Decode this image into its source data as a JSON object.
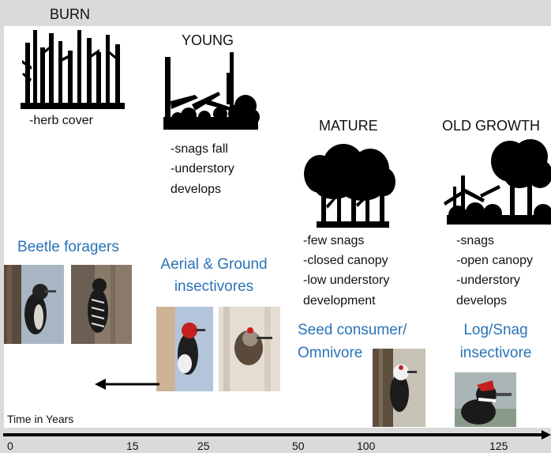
{
  "stages": {
    "burn": {
      "label": "BURN",
      "notes": [
        "-herb cover"
      ]
    },
    "young": {
      "label": "YOUNG",
      "notes": [
        "-snags fall",
        "-understory",
        " develops"
      ]
    },
    "mature": {
      "label": "MATURE",
      "notes": [
        "-few snags",
        "-closed canopy",
        "-low understory",
        " development"
      ]
    },
    "old_growth": {
      "label": "OLD GROWTH",
      "notes": [
        "-snags",
        "-open canopy",
        "-understory",
        " develops"
      ]
    }
  },
  "guilds": {
    "beetle": {
      "label": "Beetle foragers"
    },
    "aerial": {
      "lines": [
        "Aerial & Ground",
        "insectivores"
      ]
    },
    "seed": {
      "lines": [
        "Seed consumer/",
        "Omnivore"
      ]
    },
    "log": {
      "lines": [
        "Log/Snag",
        "insectivore"
      ]
    }
  },
  "timeline": {
    "label": "Time in Years",
    "ticks": [
      "0",
      "15",
      "25",
      "50",
      "100",
      "125"
    ]
  },
  "icons": {
    "forest": "tree-silhouette-icon",
    "arrow": "arrow-left-icon",
    "axis": "arrow-right-icon"
  },
  "colors": {
    "guild_text": "#2a73b8",
    "silhouette": "#000000",
    "background_band": "#dadada"
  }
}
